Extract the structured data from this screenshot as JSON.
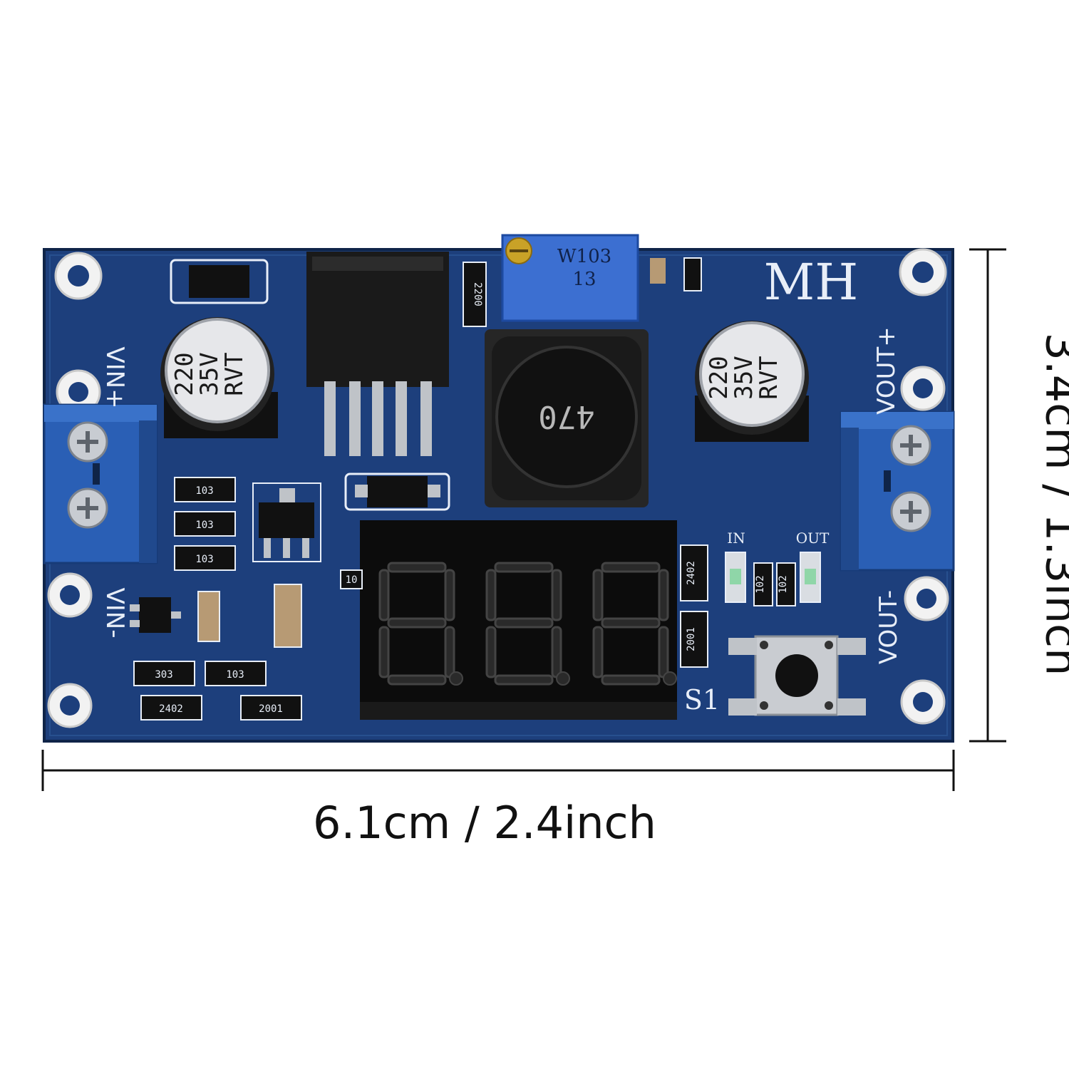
{
  "dimensions": {
    "width_label": "6.1cm / 2.4inch",
    "height_label": "3.4cm / 1.3inch"
  },
  "board": {
    "brand": "MH",
    "pot_codes": [
      "W103",
      "13"
    ],
    "inductor_code": "470",
    "capacitor_labels": [
      "220",
      "35V",
      "RVT"
    ],
    "terminal_labels": [
      "VIN+",
      "VIN-",
      "VOUT+",
      "VOUT-"
    ],
    "led_labels": [
      "IN",
      "OUT"
    ],
    "switch_label": "S1",
    "resistor_codes": [
      "103",
      "103",
      "103",
      "303",
      "103",
      "2402",
      "2001",
      "2402",
      "2001",
      "102",
      "102",
      "2200",
      "10"
    ]
  },
  "colors": {
    "pcb": "#1d3f7c",
    "pcb_dark": "#15315f",
    "terminal_blue": "#2a5fb5",
    "pot_blue": "#3c6fd1",
    "silkscreen": "#e8eef8"
  }
}
